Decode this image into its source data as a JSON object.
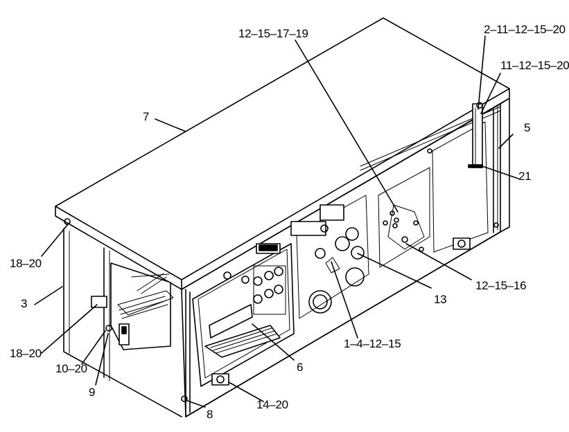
{
  "callouts": {
    "c_2_11_12_15_20": "2–11–12–15–20",
    "c_11_12_15_20": "11–12–15–20",
    "c_12_15_17_19": "12–15–17–19",
    "c_7": "7",
    "c_5": "5",
    "c_21": "21",
    "c_18_20_a": "18–20",
    "c_3": "3",
    "c_13": "13",
    "c_12_15_16": "12–15–16",
    "c_18_20_b": "18–20",
    "c_10_20": "10–20",
    "c_9": "9",
    "c_1_4_12_15": "1–4–12–15",
    "c_6": "6",
    "c_14_20": "14–20",
    "c_8": "8"
  }
}
